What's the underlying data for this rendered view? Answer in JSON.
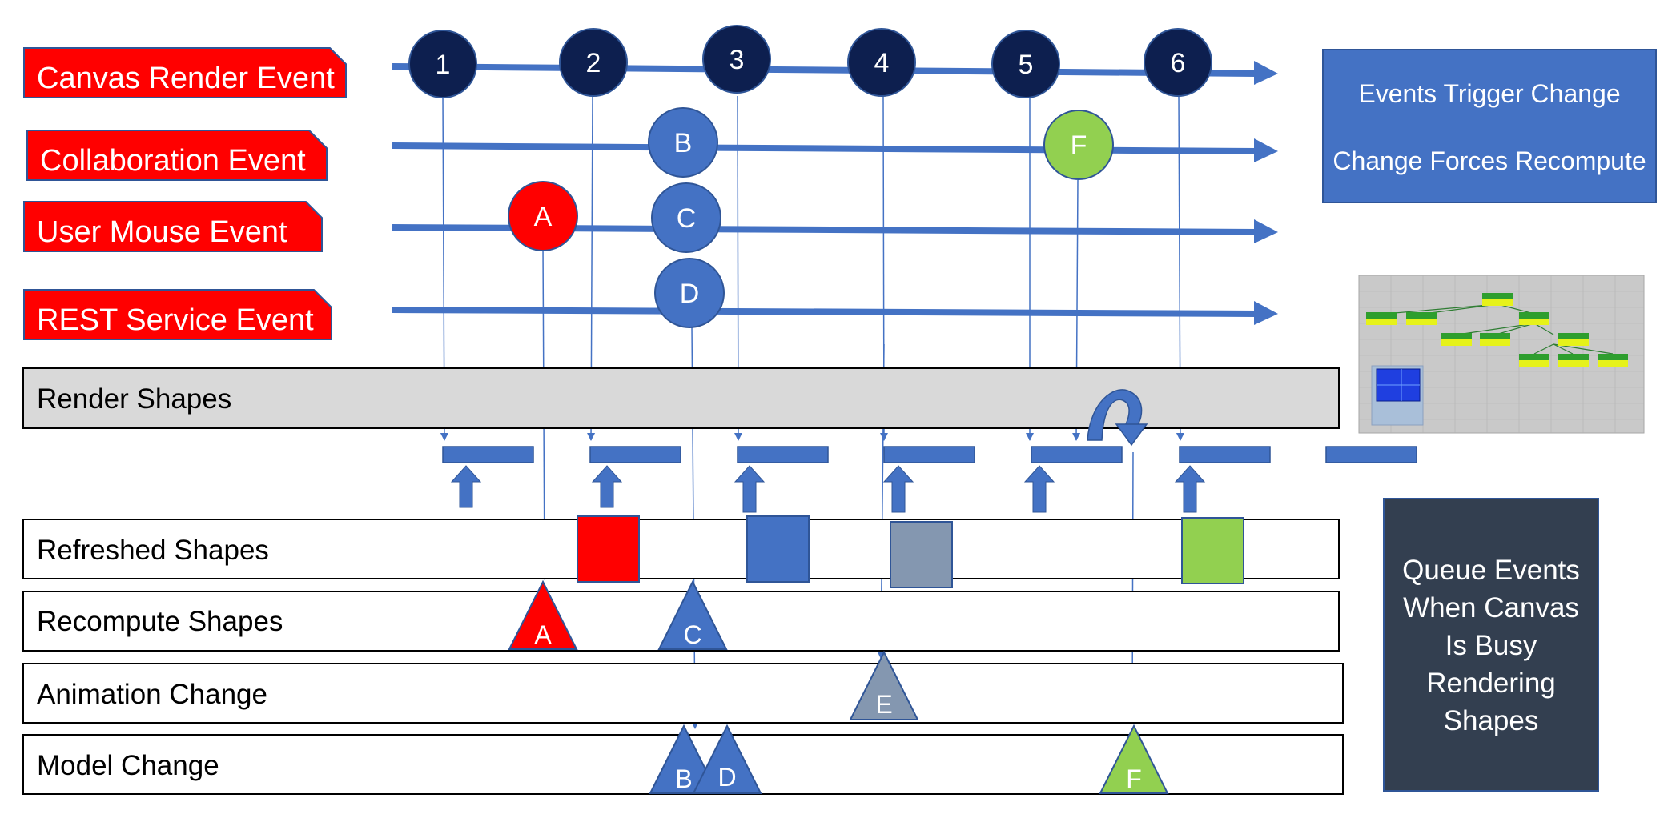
{
  "event_sources": [
    {
      "id": "canvas-render-event",
      "label": "Canvas Render Event"
    },
    {
      "id": "collaboration-event",
      "label": "Collaboration Event"
    },
    {
      "id": "user-mouse-event",
      "label": "User Mouse Event"
    },
    {
      "id": "rest-service-event",
      "label": "REST Service Event"
    }
  ],
  "render_ticks": [
    "1",
    "2",
    "3",
    "4",
    "5",
    "6"
  ],
  "event_nodes": [
    {
      "id": "event-b",
      "label": "B",
      "source": "collaboration-event",
      "color": "#4472c4"
    },
    {
      "id": "event-f",
      "label": "F",
      "source": "collaboration-event",
      "color": "#92d050"
    },
    {
      "id": "event-a",
      "label": "A",
      "source": "user-mouse-event",
      "color": "#ff0000"
    },
    {
      "id": "event-c",
      "label": "C",
      "source": "user-mouse-event",
      "color": "#4472c4"
    },
    {
      "id": "event-d",
      "label": "D",
      "source": "rest-service-event",
      "color": "#4472c4"
    }
  ],
  "lanes": {
    "render_shapes": "Render Shapes",
    "refreshed_shapes": "Refreshed Shapes",
    "recompute_shapes": "Recompute Shapes",
    "animation_change": "Animation Change",
    "model_change": "Model Change"
  },
  "lane_markers": [
    {
      "id": "recompute-a",
      "label": "A",
      "lane": "recompute_shapes",
      "color": "#ff0000"
    },
    {
      "id": "recompute-c",
      "label": "C",
      "lane": "recompute_shapes",
      "color": "#4472c4"
    },
    {
      "id": "animation-e",
      "label": "E",
      "lane": "animation_change",
      "color": "#8497b0"
    },
    {
      "id": "model-b",
      "label": "B",
      "lane": "model_change",
      "color": "#4472c4"
    },
    {
      "id": "model-d",
      "label": "D",
      "lane": "model_change",
      "color": "#4472c4"
    },
    {
      "id": "model-f",
      "label": "F",
      "lane": "model_change",
      "color": "#92d050"
    }
  ],
  "refreshed_blocks": [
    {
      "id": "refreshed-red",
      "color": "#ff0000"
    },
    {
      "id": "refreshed-blue",
      "color": "#4472c4"
    },
    {
      "id": "refreshed-gray",
      "color": "#8497b0"
    },
    {
      "id": "refreshed-green",
      "color": "#92d050"
    }
  ],
  "info_panel": {
    "line1": "Events Trigger Change",
    "line2": "Change Forces Recompute",
    "color": "#4472c4"
  },
  "queue_panel": {
    "lines": [
      "Queue Events",
      "When Canvas",
      "Is Busy",
      "Rendering",
      "Shapes"
    ],
    "color": "#333f50"
  },
  "colors": {
    "arrow": "#4472c4",
    "tick_node": "#0d1f4f",
    "tag": "#ff0000",
    "render_lane_fill": "#d9d9d9"
  }
}
